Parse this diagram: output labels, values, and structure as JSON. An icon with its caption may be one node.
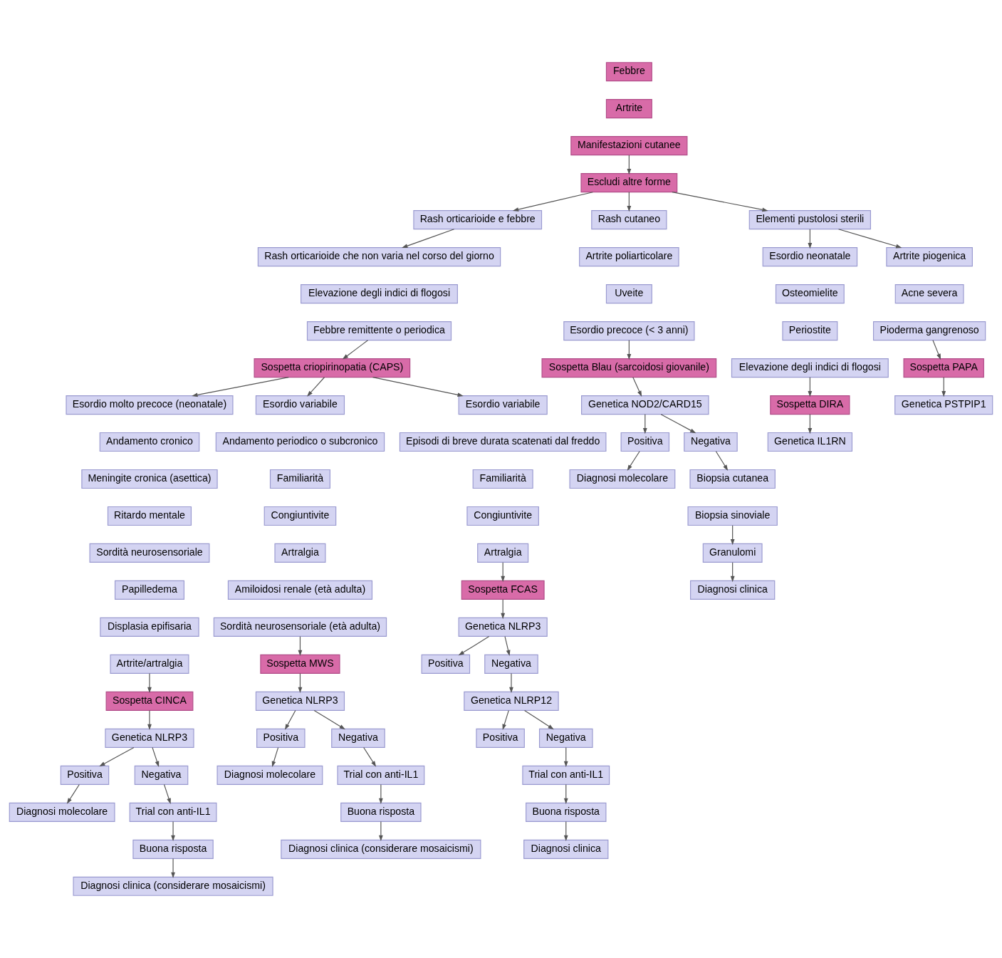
{
  "diagram": {
    "nodes": [
      {
        "text": [
          "Febbre"
        ]
      },
      {
        "text": [
          "Artrite"
        ]
      },
      {
        "text": [
          "Manifestazioni cutanee"
        ]
      },
      {
        "text": [
          "Escludi altre forme"
        ]
      },
      {
        "text": [
          "Rash orticarioide e febbre"
        ]
      },
      {
        "text": [
          "Rash orticarioide che non varia nel corso del giorno"
        ]
      },
      {
        "text": [
          "Elevazione degli indici di flogosi"
        ]
      },
      {
        "text": [
          "Febbre remittente o periodica"
        ]
      },
      {
        "text": [
          "Sospetta criopirinopatia (CAPS)"
        ]
      },
      {
        "text": [
          "Esordio molto precoce (neonatale)"
        ]
      },
      {
        "text": [
          "Andamento cronico"
        ]
      },
      {
        "text": [
          "Meningite cronica (asettica)"
        ]
      },
      {
        "text": [
          "Ritardo mentale"
        ]
      },
      {
        "text": [
          "Sordità neurosensoriale"
        ]
      },
      {
        "text": [
          "Papilledema"
        ]
      },
      {
        "text": [
          "Displasia epifisaria"
        ]
      },
      {
        "text": [
          "Artrite/artralgia"
        ]
      },
      {
        "text": [
          "Esordio variabile"
        ]
      },
      {
        "text": [
          "Andamento periodico o subcronico"
        ]
      },
      {
        "text": [
          "Familiarità"
        ]
      },
      {
        "text": [
          "Congiuntivite"
        ]
      },
      {
        "text": [
          "Artralgia"
        ]
      },
      {
        "text": [
          "Amiloidosi renale (età adulta)"
        ]
      },
      {
        "text": [
          "Sordità neurosensoriale (età adulta)"
        ]
      },
      {
        "text": [
          "Esordio variabile"
        ]
      },
      {
        "text": [
          "Episodi di breve durata scatenati dal freddo"
        ]
      },
      {
        "text": [
          "Familiarità"
        ]
      },
      {
        "text": [
          "Congiuntivite"
        ]
      },
      {
        "text": [
          "Artralgia"
        ]
      },
      {
        "text": [
          "Sospetta CINCA"
        ]
      },
      {
        "text": [
          "Genetica NLRP3"
        ]
      },
      {
        "text": [
          "Positiva"
        ]
      },
      {
        "text": [
          "Negativa"
        ]
      },
      {
        "text": [
          "Diagnosi molecolare"
        ]
      },
      {
        "text": [
          "Trial con anti-IL1"
        ]
      },
      {
        "text": [
          "Buona risposta"
        ]
      },
      {
        "text": [
          "Diagnosi clinica (considerare mosaicismi)"
        ]
      },
      {
        "text": [
          "Sospetta MWS"
        ]
      },
      {
        "text": [
          "Genetica NLRP3"
        ]
      },
      {
        "text": [
          "Positiva"
        ]
      },
      {
        "text": [
          "Negativa"
        ]
      },
      {
        "text": [
          "Diagnosi molecolare"
        ]
      },
      {
        "text": [
          "Trial con anti-IL1"
        ]
      },
      {
        "text": [
          "Buona risposta"
        ]
      },
      {
        "text": [
          "Diagnosi clinica (considerare mosaicismi)"
        ]
      },
      {
        "text": [
          "Sospetta FCAS"
        ]
      },
      {
        "text": [
          "Genetica NLRP3"
        ]
      },
      {
        "text": [
          "Positiva"
        ]
      },
      {
        "text": [
          "Negativa"
        ]
      },
      {
        "text": [
          "Genetica NLRP12"
        ]
      },
      {
        "text": [
          "Positiva"
        ]
      },
      {
        "text": [
          "Negativa"
        ]
      },
      {
        "text": [
          "Trial con anti-IL1"
        ]
      },
      {
        "text": [
          "Buona risposta"
        ]
      },
      {
        "text": [
          "Diagnosi clinica"
        ]
      },
      {
        "text": [
          "Rash cutaneo"
        ]
      },
      {
        "text": [
          "Artrite poliarticolare"
        ]
      },
      {
        "text": [
          "Uveite"
        ]
      },
      {
        "text": [
          "Esordio precoce (< 3 anni)"
        ]
      },
      {
        "text": [
          "Sospetta Blau (sarcoidosi giovanile)"
        ]
      },
      {
        "text": [
          "Genetica NOD2/CARD15"
        ]
      },
      {
        "text": [
          "Positiva"
        ]
      },
      {
        "text": [
          "Negativa"
        ]
      },
      {
        "text": [
          "Diagnosi molecolare"
        ]
      },
      {
        "text": [
          "Biopsia cutanea"
        ]
      },
      {
        "text": [
          "Biopsia sinoviale"
        ]
      },
      {
        "text": [
          "Granulomi"
        ]
      },
      {
        "text": [
          "Diagnosi clinica"
        ]
      },
      {
        "text": [
          "Elementi pustolosi sterili"
        ]
      },
      {
        "text": [
          "Esordio neonatale"
        ]
      },
      {
        "text": [
          "Osteomielite"
        ]
      },
      {
        "text": [
          "Periostite"
        ]
      },
      {
        "text": [
          "Elevazione degli indici di flogosi"
        ]
      },
      {
        "text": [
          "Sospetta DIRA"
        ]
      },
      {
        "text": [
          "Genetica IL1RN"
        ]
      },
      {
        "text": [
          "Artrite piogenica"
        ]
      },
      {
        "text": [
          "Acne severa"
        ]
      },
      {
        "text": [
          "Pioderma gangrenoso"
        ]
      },
      {
        "text": [
          "Sospetta PAPA"
        ]
      },
      {
        "text": [
          "Genetica PSTPIP1"
        ]
      }
    ],
    "edges": [
      {
        "from": 2,
        "to": 3,
        "arrow": "to"
      },
      {
        "from": 3,
        "to": 4,
        "arrow": "to"
      },
      {
        "from": 3,
        "to": 55,
        "arrow": "to"
      },
      {
        "from": 3,
        "to": 68,
        "arrow": "to"
      },
      {
        "from": 4,
        "to": 5,
        "arrow": "to"
      },
      {
        "from": 7,
        "to": 8,
        "arrow": "to"
      },
      {
        "from": 8,
        "to": 9,
        "arrow": "to"
      },
      {
        "from": 8,
        "to": 17,
        "arrow": "to"
      },
      {
        "from": 8,
        "to": 24,
        "arrow": "to"
      },
      {
        "from": 16,
        "to": 29,
        "arrow": "to"
      },
      {
        "from": 29,
        "to": 30,
        "arrow": "to"
      },
      {
        "from": 30,
        "to": 31,
        "arrow": "to"
      },
      {
        "from": 30,
        "to": 32,
        "arrow": "to"
      },
      {
        "from": 31,
        "to": 33,
        "arrow": "to"
      },
      {
        "from": 32,
        "to": 34,
        "arrow": "to"
      },
      {
        "from": 34,
        "to": 35,
        "arrow": "to"
      },
      {
        "from": 35,
        "to": 36,
        "arrow": "to"
      },
      {
        "from": 23,
        "to": 37,
        "arrow": "to"
      },
      {
        "from": 37,
        "to": 38,
        "arrow": "to"
      },
      {
        "from": 38,
        "to": 39,
        "arrow": "to"
      },
      {
        "from": 38,
        "to": 40,
        "arrow": "to"
      },
      {
        "from": 39,
        "to": 41,
        "arrow": "to"
      },
      {
        "from": 40,
        "to": 42,
        "arrow": "to"
      },
      {
        "from": 42,
        "to": 43,
        "arrow": "to"
      },
      {
        "from": 43,
        "to": 44,
        "arrow": "to"
      },
      {
        "from": 28,
        "to": 45,
        "arrow": "to"
      },
      {
        "from": 45,
        "to": 46,
        "arrow": "to"
      },
      {
        "from": 46,
        "to": 47,
        "arrow": "to"
      },
      {
        "from": 46,
        "to": 48,
        "arrow": "to"
      },
      {
        "from": 48,
        "to": 49,
        "arrow": "to"
      },
      {
        "from": 49,
        "to": 50,
        "arrow": "to"
      },
      {
        "from": 49,
        "to": 51,
        "arrow": "to"
      },
      {
        "from": 51,
        "to": 52,
        "arrow": "to"
      },
      {
        "from": 52,
        "to": 53,
        "arrow": "to"
      },
      {
        "from": 53,
        "to": 54,
        "arrow": "to"
      },
      {
        "from": 58,
        "to": 59,
        "arrow": "to"
      },
      {
        "from": 59,
        "to": 60,
        "arrow": "to"
      },
      {
        "from": 60,
        "to": 61,
        "arrow": "to"
      },
      {
        "from": 60,
        "to": 62,
        "arrow": "to"
      },
      {
        "from": 61,
        "to": 63,
        "arrow": "to"
      },
      {
        "from": 62,
        "to": 64,
        "arrow": "to"
      },
      {
        "from": 65,
        "to": 66,
        "arrow": "to"
      },
      {
        "from": 66,
        "to": 67,
        "arrow": "to"
      },
      {
        "from": 68,
        "to": 69,
        "arrow": "to"
      },
      {
        "from": 68,
        "to": 75,
        "arrow": "to"
      },
      {
        "from": 72,
        "to": 73,
        "arrow": "to"
      },
      {
        "from": 73,
        "to": 74,
        "arrow": "to"
      },
      {
        "from": 77,
        "to": 78,
        "arrow": "to"
      },
      {
        "from": 78,
        "to": 79,
        "arrow": "to"
      }
    ]
  }
}
